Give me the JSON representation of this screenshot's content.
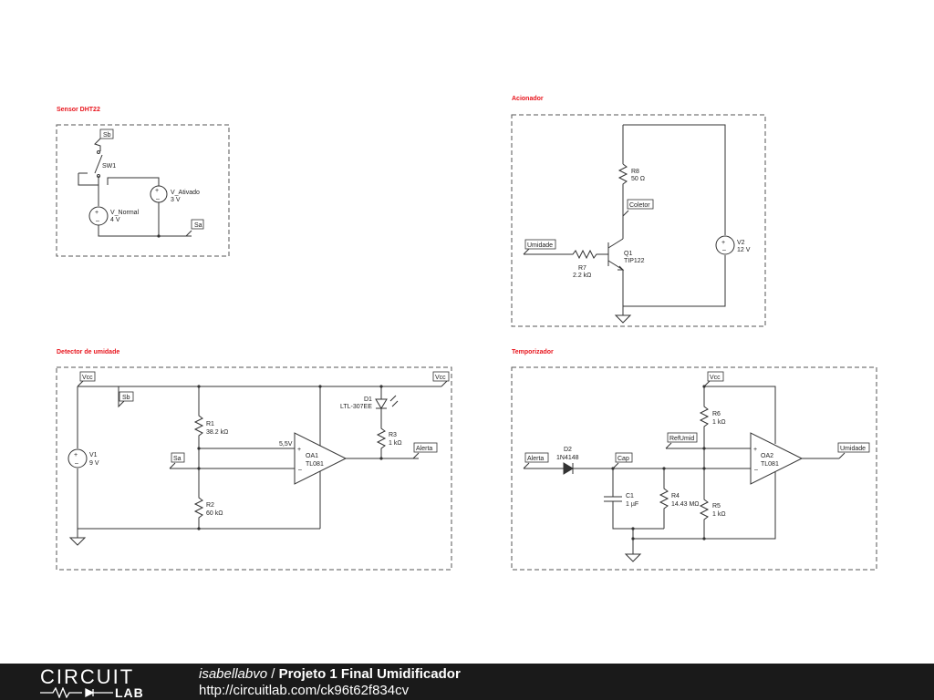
{
  "blocks": {
    "sensor_title": "Sensor DHT22",
    "acionador_title": "Acionador",
    "detector_title": "Detector de umidade",
    "temporizador_title": "Temporizador"
  },
  "sensor": {
    "sw_name": "SW1",
    "v_ativado_name": "V_Ativado",
    "v_ativado_value": "3 V",
    "v_normal_name": "V_Normal",
    "v_normal_value": "4 V",
    "label_sb": "Sb",
    "label_sa": "Sa"
  },
  "acionador": {
    "r8_name": "R8",
    "r8_value": "50 Ω",
    "r7_name": "R7",
    "r7_value": "2.2 kΩ",
    "q1_name": "Q1",
    "q1_value": "TIP122",
    "v2_name": "V2",
    "v2_value": "12 V",
    "label_coletor": "Coletor",
    "label_umidade": "Umidade"
  },
  "detector": {
    "label_vcc_left": "Vcc",
    "label_vcc_right": "Vcc",
    "label_sb": "Sb",
    "label_sa": "Sa",
    "label_alerta": "Alerta",
    "r1_name": "R1",
    "r1_value": "38.2 kΩ",
    "r2_name": "R2",
    "r2_value": "60 kΩ",
    "r3_name": "R3",
    "r3_value": "1 kΩ",
    "d1_name": "D1",
    "d1_value": "LTL-307EE",
    "oa1_name": "OA1",
    "oa1_value": "TL081",
    "v1_name": "V1",
    "v1_value": "9 V",
    "node_label": "5,5V"
  },
  "temporizador": {
    "label_vcc": "Vcc",
    "label_alerta": "Alerta",
    "label_cap": "Cap",
    "label_refumid": "RefUmid",
    "label_umidade": "Umidade",
    "d2_name": "D2",
    "d2_value": "1N4148",
    "c1_name": "C1",
    "c1_value": "1 µF",
    "r4_name": "R4",
    "r4_value": "14.43 MΩ",
    "r5_name": "R5",
    "r5_value": "1 kΩ",
    "r6_name": "R6",
    "r6_value": "1 kΩ",
    "oa2_name": "OA2",
    "oa2_value": "TL081"
  },
  "footer": {
    "logo_top": "CIRCUIT",
    "logo_bottom": "LAB",
    "author": "isabellabvo",
    "separator": " / ",
    "title": "Projeto 1 Final Umidificador",
    "url": "http://circuitlab.com/ck96t62f834cv"
  },
  "colors": {
    "title_red": "#e8141c",
    "wire": "#333333",
    "frame": "#555555",
    "footer_bg": "#1a1a1a"
  }
}
